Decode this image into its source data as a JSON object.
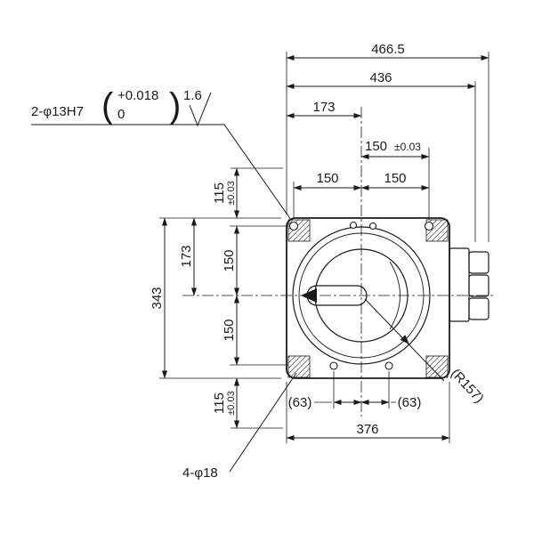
{
  "page": {
    "background": "#ffffff",
    "ink": "#1a1a1a"
  },
  "callouts": {
    "hole_spec": {
      "label": "2-φ13H7",
      "paren_open": "(",
      "tol_upper": "+0.018",
      "tol_lower": "0",
      "paren_close": ")",
      "roughness": "1.6"
    },
    "bottom_holes": "4-φ18",
    "radius": "(R157)"
  },
  "dims_top": {
    "d466": "466.5",
    "d436": "436",
    "d173": "173",
    "d150tol": "150",
    "d150tol_tol": "±0.03",
    "d150l": "150",
    "d150r": "150"
  },
  "dims_left": {
    "d343": "343",
    "d173": "173",
    "d115t": "115",
    "d115t_tol": "±0.03",
    "d150u": "150",
    "d150d": "150",
    "d115b": "115",
    "d115b_tol": "±0.03"
  },
  "dims_bottom": {
    "d63l": "(63)",
    "d63r": "(63)",
    "d376": "376"
  }
}
